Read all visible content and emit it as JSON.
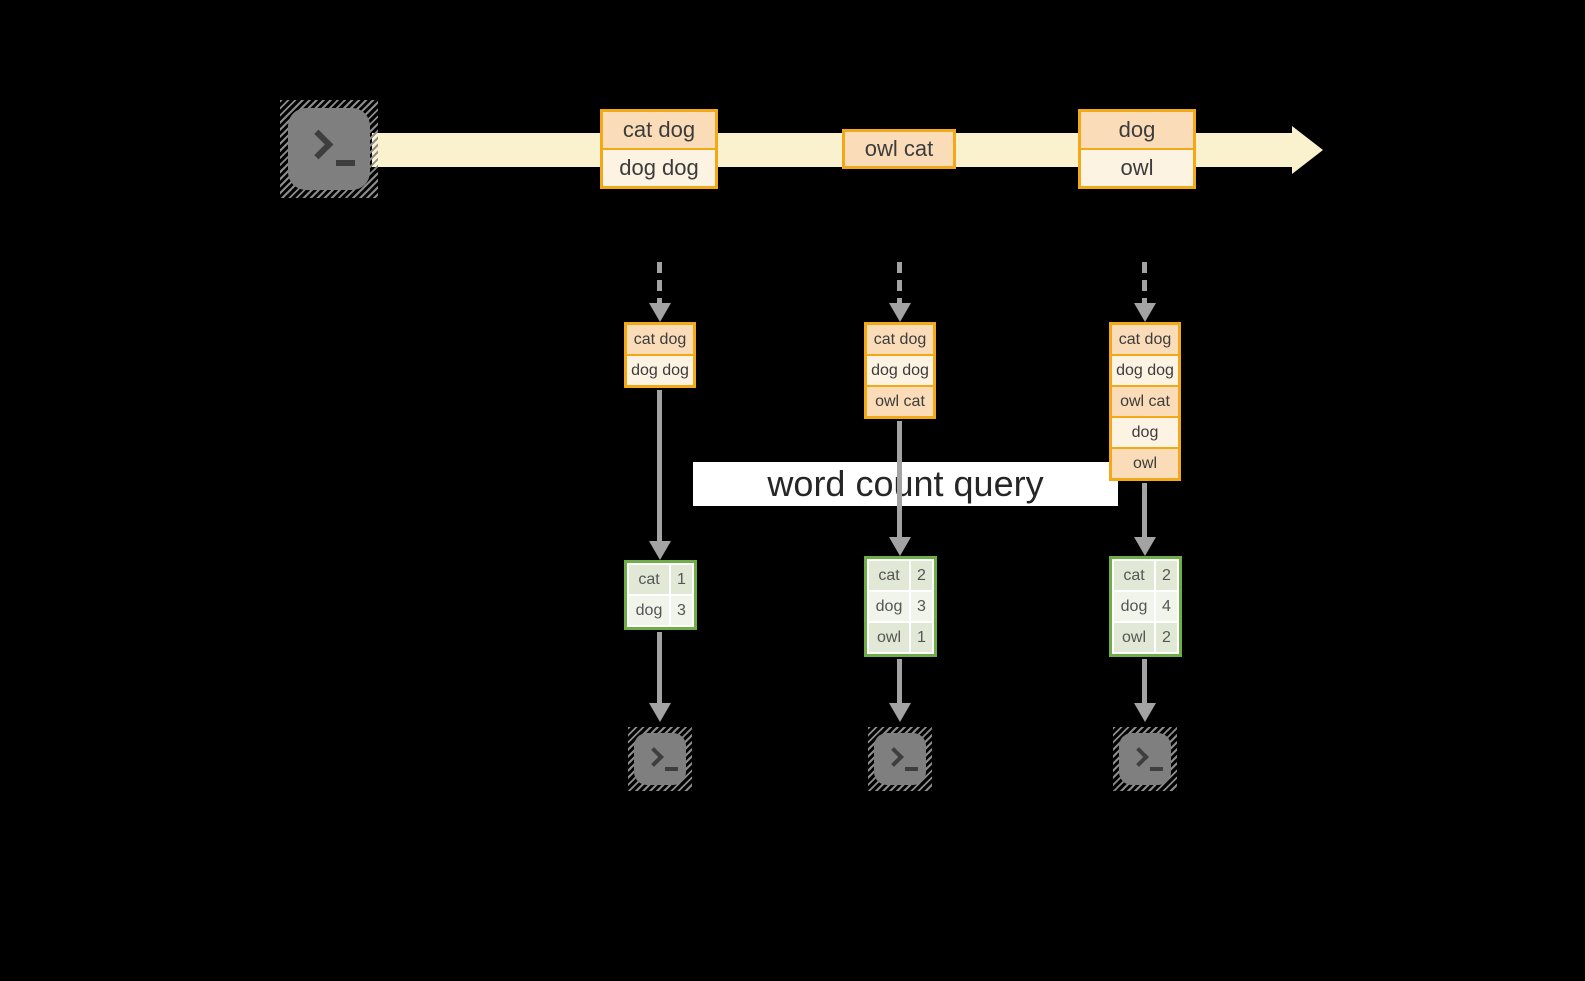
{
  "palette": {
    "background": "#000000",
    "stream_band": "#FAF1CE",
    "orange_border": "#F2A918",
    "record_peach": "#FADCB9",
    "record_cream": "#FDF3E3",
    "green_border": "#6FAD47",
    "cell_sage": "#E1E9D6",
    "cell_light": "#F0F4EA",
    "arrow_gray": "#A3A3A3",
    "terminal_gray": "#7F7F7F",
    "label_background": "#FFFFFF"
  },
  "query_label": "word count query",
  "stream": {
    "source_icon": "terminal-icon",
    "batches": [
      {
        "lines": [
          "cat dog",
          "dog dog"
        ]
      },
      {
        "lines": [
          "owl cat"
        ]
      },
      {
        "lines": [
          "dog",
          "owl"
        ]
      }
    ]
  },
  "columns": [
    {
      "input_lines": [
        "cat dog",
        "dog dog"
      ],
      "counts": [
        {
          "word": "cat",
          "count": "1"
        },
        {
          "word": "dog",
          "count": "3"
        }
      ]
    },
    {
      "input_lines": [
        "cat dog",
        "dog dog",
        "owl cat"
      ],
      "counts": [
        {
          "word": "cat",
          "count": "2"
        },
        {
          "word": "dog",
          "count": "3"
        },
        {
          "word": "owl",
          "count": "1"
        }
      ]
    },
    {
      "input_lines": [
        "cat dog",
        "dog dog",
        "owl cat",
        "dog",
        "owl"
      ],
      "counts": [
        {
          "word": "cat",
          "count": "2"
        },
        {
          "word": "dog",
          "count": "4"
        },
        {
          "word": "owl",
          "count": "2"
        }
      ]
    }
  ]
}
